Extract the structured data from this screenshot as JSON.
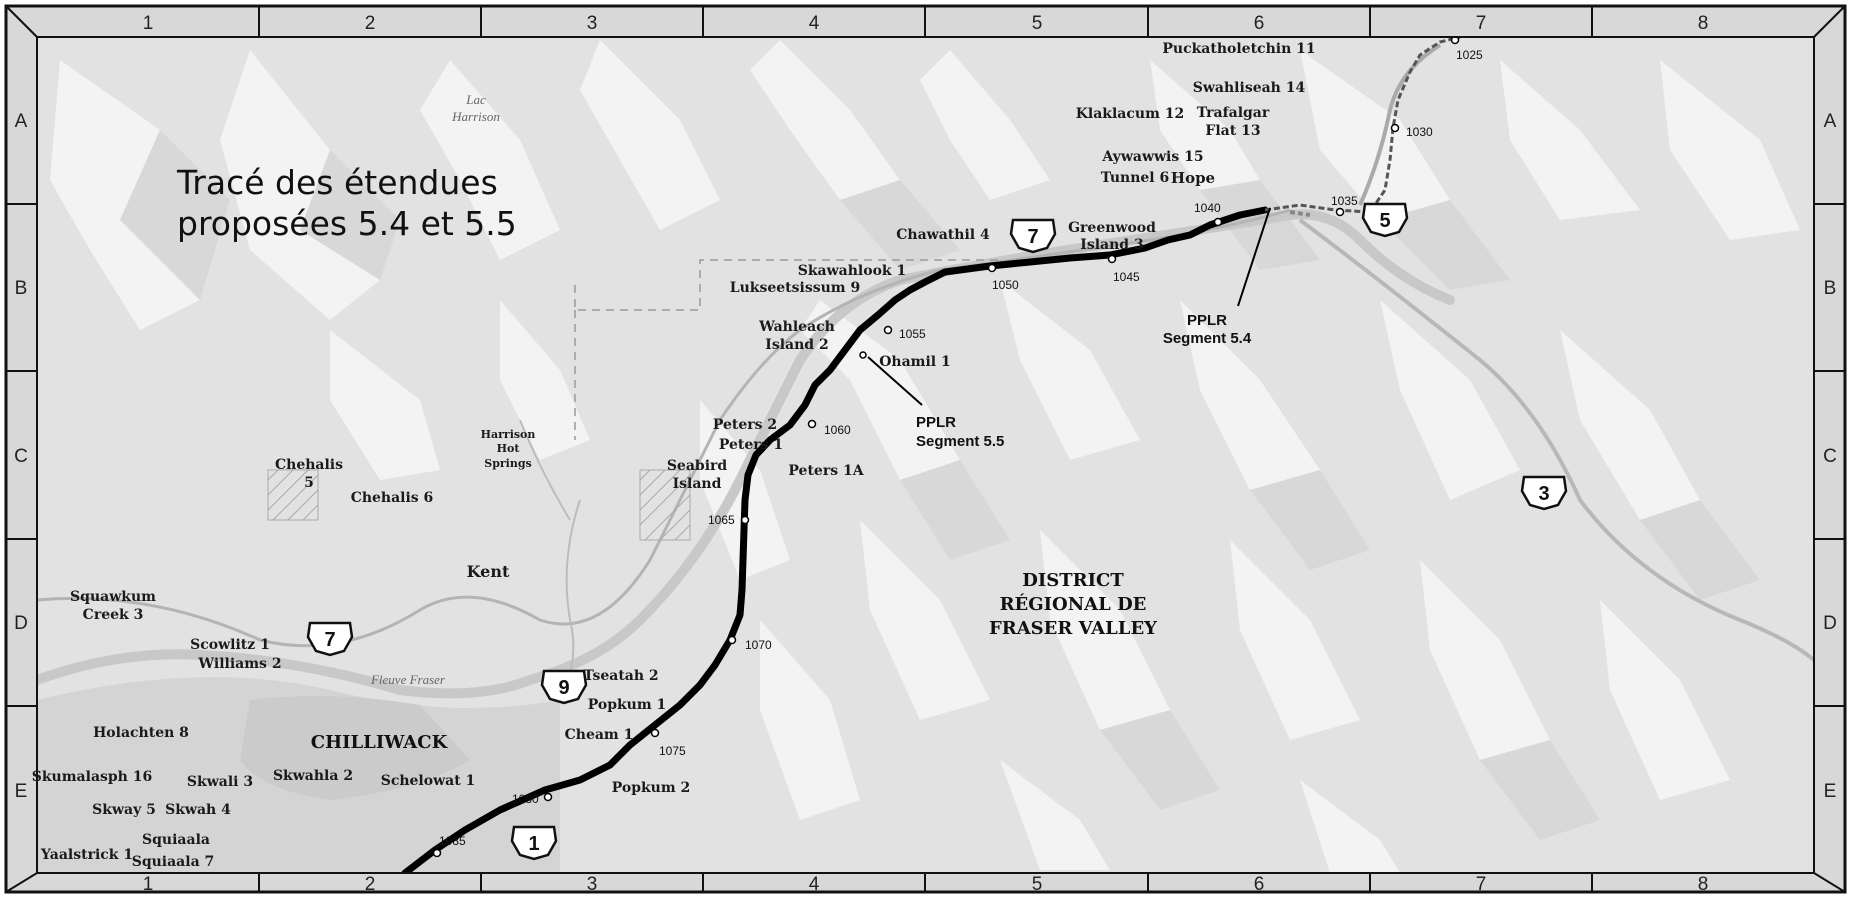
{
  "title_lines": [
    "Tracé des étendues",
    "proposées 5.4 et 5.5"
  ],
  "columns": [
    "1",
    "2",
    "3",
    "4",
    "5",
    "6",
    "7",
    "8"
  ],
  "rows": [
    "A",
    "B",
    "C",
    "D",
    "E"
  ],
  "region": [
    "DISTRICT",
    "RÉGIONAL DE",
    "FRASER VALLEY"
  ],
  "city": "CHILLIWACK",
  "towns": {
    "hope": "Hope",
    "kent": "Kent"
  },
  "water": {
    "lake": [
      "Lac",
      "Harrison"
    ],
    "river": "Fleuve Fraser"
  },
  "harrison": [
    "Harrison",
    "Hot",
    "Springs"
  ],
  "reserves": {
    "puckatholetchin": "Puckatholetchin 11",
    "swahliseah": "Swahliseah 14",
    "klaklacum": "Klaklacum 12",
    "trafalgar": [
      "Trafalgar",
      "Flat 13"
    ],
    "aywawwis": "Aywawwis 15",
    "tunnel": "Tunnel 6",
    "chawathil": "Chawathil 4",
    "greenwood": [
      "Greenwood",
      "Island 3"
    ],
    "skawahlook": "Skawahlook 1",
    "lukseetsissum": "Lukseetsissum 9",
    "wahleach": [
      "Wahleach",
      "Island 2"
    ],
    "ohamil": "Ohamil 1",
    "peters2": "Peters 2",
    "peters1": "Peters 1",
    "peters1a": "Peters 1A",
    "seabird": [
      "Seabird",
      "Island"
    ],
    "chehalis5": [
      "Chehalis",
      "5"
    ],
    "chehalis6": "Chehalis 6",
    "squawkum": [
      "Squawkum",
      "Creek 3"
    ],
    "scowlitz": "Scowlitz 1",
    "williams": "Williams 2",
    "tseatah": "Tseatah 2",
    "popkum1": "Popkum 1",
    "cheam": "Cheam 1",
    "popkum2": "Popkum 2",
    "holachten": "Holachten 8",
    "skumalasph": "Skumalasph 16",
    "skwali": "Skwali 3",
    "skwahla": "Skwahla 2",
    "schelowat": "Schelowat 1",
    "skway": "Skway 5",
    "skwah": "Skwah 4",
    "squiaala": "Squiaala",
    "squiaala7": "Squiaala 7",
    "yaalstrick": "Yaalstrick 1"
  },
  "segments": {
    "s54": [
      "PPLR",
      "Segment 5.4"
    ],
    "s55": [
      "PPLR",
      "Segment 5.5"
    ]
  },
  "kilometre_posts": [
    "1025",
    "1030",
    "1035",
    "1040",
    "1045",
    "1050",
    "1055",
    "1060",
    "1065",
    "1070",
    "1075",
    "1080",
    "1085"
  ],
  "highway_shields": [
    "7",
    "7",
    "9",
    "1",
    "5",
    "3"
  ],
  "colors": {
    "route": "#000000",
    "frame": "#d8d8d8",
    "land": "#e2e2e2",
    "hill": "#f4f4f4"
  }
}
